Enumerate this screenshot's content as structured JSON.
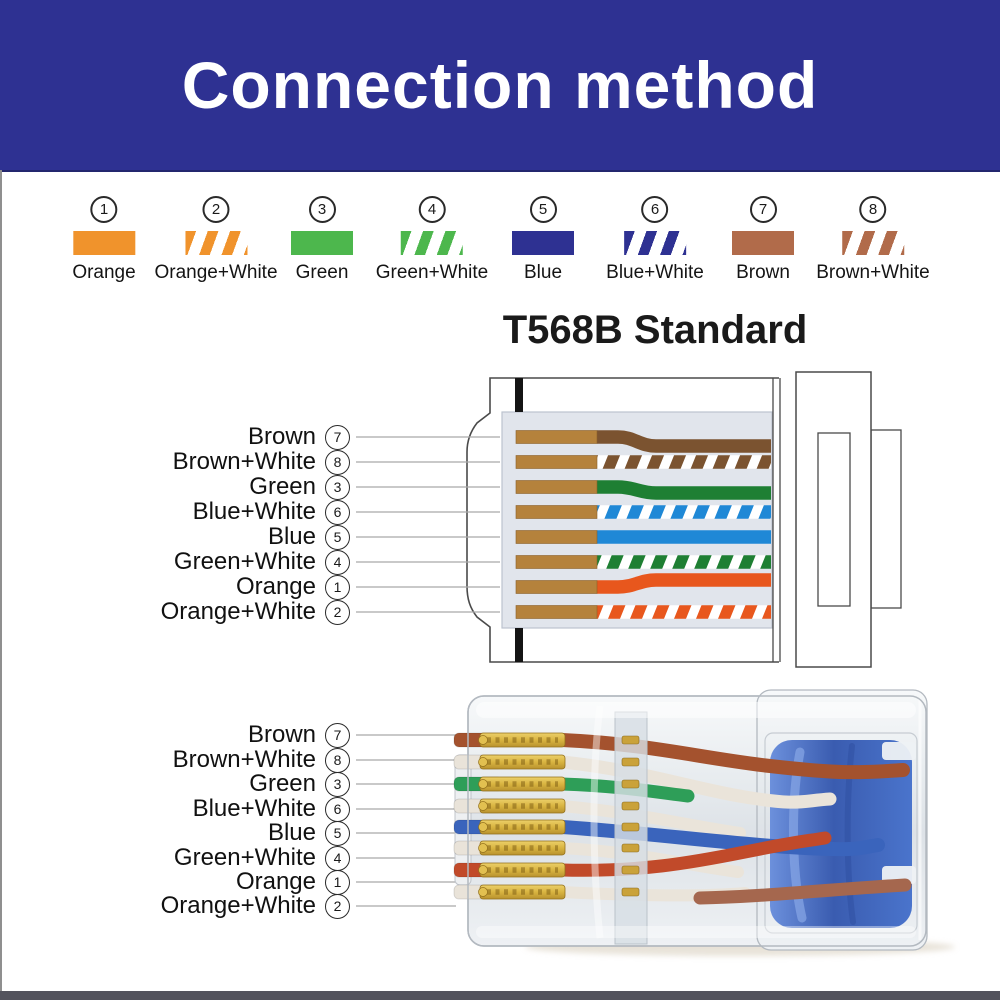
{
  "header": {
    "title": "Connection method"
  },
  "legend": {
    "items": [
      {
        "num": "1",
        "label": "Orange",
        "style": "solid",
        "color": "#f0932c"
      },
      {
        "num": "2",
        "label": "Orange+White",
        "style": "striped",
        "color": "#f0932c"
      },
      {
        "num": "3",
        "label": "Green",
        "style": "solid",
        "color": "#4db74d"
      },
      {
        "num": "4",
        "label": "Green+White",
        "style": "striped",
        "color": "#4db74d"
      },
      {
        "num": "5",
        "label": "Blue",
        "style": "solid",
        "color": "#2e3192"
      },
      {
        "num": "6",
        "label": "Blue+White",
        "style": "striped",
        "color": "#2e3192"
      },
      {
        "num": "7",
        "label": "Brown",
        "style": "solid",
        "color": "#b16b4a"
      },
      {
        "num": "8",
        "label": "Brown+White",
        "style": "striped",
        "color": "#b16b4a"
      }
    ]
  },
  "diagram_title": "T568B Standard",
  "pinout": [
    {
      "label": "Brown",
      "num": "7",
      "color_key": "brown",
      "stripe": false
    },
    {
      "label": "Brown+White",
      "num": "8",
      "color_key": "brown",
      "stripe": true
    },
    {
      "label": "Green",
      "num": "3",
      "color_key": "green",
      "stripe": false
    },
    {
      "label": "Blue+White",
      "num": "6",
      "color_key": "blue",
      "stripe": true
    },
    {
      "label": "Blue",
      "num": "5",
      "color_key": "blue",
      "stripe": false
    },
    {
      "label": "Green+White",
      "num": "4",
      "color_key": "green",
      "stripe": true
    },
    {
      "label": "Orange",
      "num": "1",
      "color_key": "orange",
      "stripe": false
    },
    {
      "label": "Orange+White",
      "num": "2",
      "color_key": "orange",
      "stripe": true
    }
  ],
  "colors": {
    "header_bg": "#2e3192",
    "wire_brown": "#7b5330",
    "wire_green": "#1e7f33",
    "wire_blue": "#1f88d6",
    "wire_orange": "#e8571d",
    "pin_gold": "#b5823c",
    "panel": "#e1e5ec",
    "photo_brown": "#a4522e",
    "photo_green": "#2e9e58",
    "photo_blue": "#3a64bc",
    "photo_orange": "#c14a2a",
    "photo_white_wire": "#eae4da",
    "photo_gold": "#d9b440",
    "boot_blue": "#4a74cc"
  }
}
